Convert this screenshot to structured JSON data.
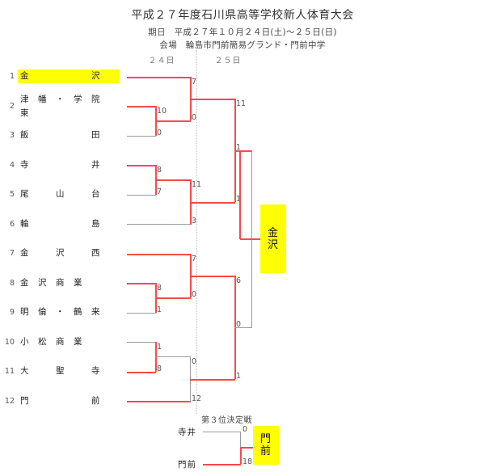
{
  "header": {
    "title": "平成２７年度石川県高等学校新人体育大会",
    "date_line": "期日　平成２７年１０月２４日(土)〜２５日(日)",
    "venue_line": "会場　輪島市門前簡易グランド・門前中学",
    "day1_label": "２４日",
    "day2_label": "２５日"
  },
  "colors": {
    "winner_line": "#f94a4a",
    "loser_line": "#9a9a9a",
    "highlight": "#ffff00",
    "text": "#333333"
  },
  "seeds": [
    {
      "no": "1",
      "first": "金",
      "last": "沢",
      "mid": "",
      "mid2": "",
      "highlight": true
    },
    {
      "no": "2",
      "first": "津",
      "last": "東",
      "mid": "幡",
      "mid2": "・　学　院",
      "highlight": false
    },
    {
      "no": "3",
      "first": "飯",
      "last": "田",
      "mid": "",
      "mid2": "",
      "highlight": false
    },
    {
      "no": "4",
      "first": "寺",
      "last": "井",
      "mid": "",
      "mid2": "",
      "highlight": false
    },
    {
      "no": "5",
      "first": "尾",
      "last": "台",
      "mid": "山",
      "mid2": "",
      "highlight": false
    },
    {
      "no": "6",
      "first": "輪",
      "last": "島",
      "mid": "",
      "mid2": "",
      "highlight": false
    },
    {
      "no": "7",
      "first": "金",
      "last": "西",
      "mid": "沢",
      "mid2": "",
      "highlight": false
    },
    {
      "no": "8",
      "first": "金",
      "last": "業",
      "mid": "沢　商",
      "mid2": "",
      "highlight": false
    },
    {
      "no": "9",
      "first": "明",
      "last": "来",
      "mid": "倫　・　鶴",
      "mid2": "",
      "highlight": false
    },
    {
      "no": "10",
      "first": "小",
      "last": "業",
      "mid": "松　商",
      "mid2": "",
      "highlight": false
    },
    {
      "no": "11",
      "first": "大",
      "last": "寺",
      "mid": "聖",
      "mid2": "",
      "highlight": false
    },
    {
      "no": "12",
      "first": "門",
      "last": "前",
      "mid": "",
      "mid2": "",
      "highlight": false
    }
  ],
  "seed_names": [
    "金　　　　　　　沢",
    "津　幡　・　学　院　東",
    "飯　　　　　　　田",
    "寺　　　　　　　井",
    "尾　　　山　　　台",
    "輪　　　　　　　島",
    "金　　　沢　　　西",
    "金　沢　商　業",
    "明　倫　・　鶴　来",
    "小　松　商　業",
    "大　　　聖　　　寺",
    "門　　　　　　　前"
  ],
  "scores": {
    "r1_seed2_vs_3_win": "10",
    "r1_seed2_vs_3_los": "0",
    "r1_seed4_vs_5_win": "8",
    "r1_seed4_vs_5_los": "7",
    "r1_seed8_vs_9_win": "8",
    "r1_seed8_vs_9_los": "1",
    "r1_seed10_vs_11_win": "8",
    "r1_seed10_vs_11_los": "1",
    "r2_a_win": "7",
    "r2_a_los": "0",
    "r2_b_win": "11",
    "r2_b_los": "3",
    "r2_c_win": "7",
    "r2_c_los": "0",
    "r2_d_win": "12",
    "r2_d_los": "0",
    "sf_top_win": "11",
    "sf_top_los": "1",
    "sf_bot_win": "6",
    "sf_bot_los": "1",
    "final_win": "1",
    "final_los": "0"
  },
  "champion": {
    "line1": "金",
    "line2": "沢"
  },
  "third_place": {
    "title": "第３位決定戦",
    "team_top": "寺井",
    "team_bottom": "門前",
    "score_top": "0",
    "score_bottom": "18",
    "winner_line1": "門",
    "winner_line2": "前"
  }
}
